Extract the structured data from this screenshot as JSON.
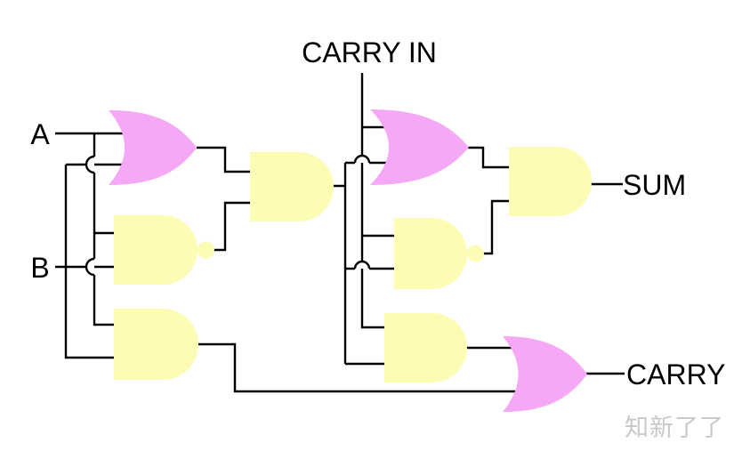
{
  "diagram": {
    "type": "logic-circuit-full-adder",
    "inputs": {
      "a": "A",
      "b": "B",
      "carry_in": "CARRY IN"
    },
    "outputs": {
      "sum": "SUM",
      "carry": "CARRY"
    },
    "gates": [
      {
        "id": "or-1",
        "type": "OR"
      },
      {
        "id": "nand-1",
        "type": "NAND"
      },
      {
        "id": "and-carry-1",
        "type": "AND"
      },
      {
        "id": "and-combine-1",
        "type": "AND"
      },
      {
        "id": "or-2",
        "type": "OR"
      },
      {
        "id": "nand-2",
        "type": "NAND"
      },
      {
        "id": "and-carry-2",
        "type": "AND"
      },
      {
        "id": "and-combine-2",
        "type": "AND"
      },
      {
        "id": "or-carry-out",
        "type": "OR"
      }
    ],
    "colors": {
      "or_fill": "#F5A8F5",
      "and_fill": "#FDFCB4",
      "wire": "#000000",
      "background": "#FFFFFF",
      "label": "#000000"
    }
  },
  "watermark": {
    "text": "知新了了",
    "color": "#C9C9C9"
  }
}
